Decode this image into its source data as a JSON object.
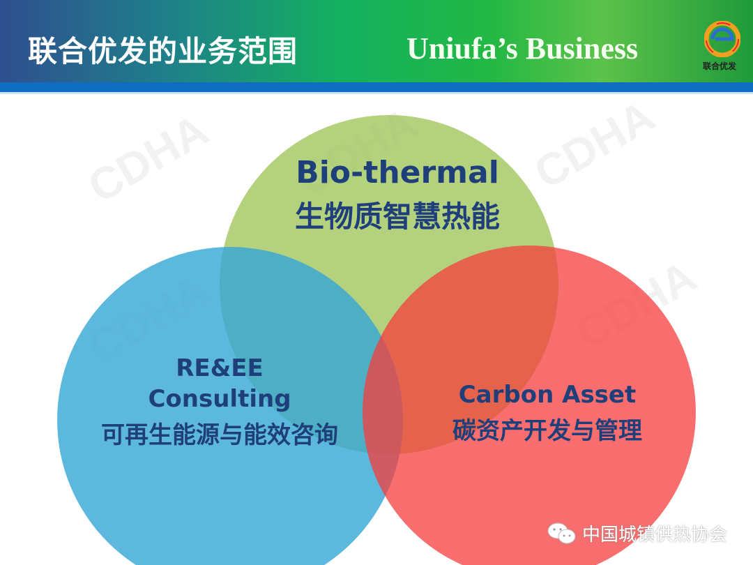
{
  "header": {
    "title_cn": "联合优发的业务范围",
    "title_en": "Uniufa’s Business",
    "logo_text": "联合优发"
  },
  "watermark": "CDHA",
  "circles": [
    {
      "label_en": "Bio-thermal",
      "label_cn": "生物质智慧热能",
      "color": "#9fc45a"
    },
    {
      "label_en": "RE&EE",
      "label_en2": "Consulting",
      "label_cn": "可再生能源与能效咨询",
      "color": "#3aa8d8"
    },
    {
      "label_en": "Carbon Asset",
      "label_cn": "碳资产开发与管理",
      "color": "#f24a4a"
    }
  ],
  "footer": {
    "text": "中国城镇供热协会"
  }
}
